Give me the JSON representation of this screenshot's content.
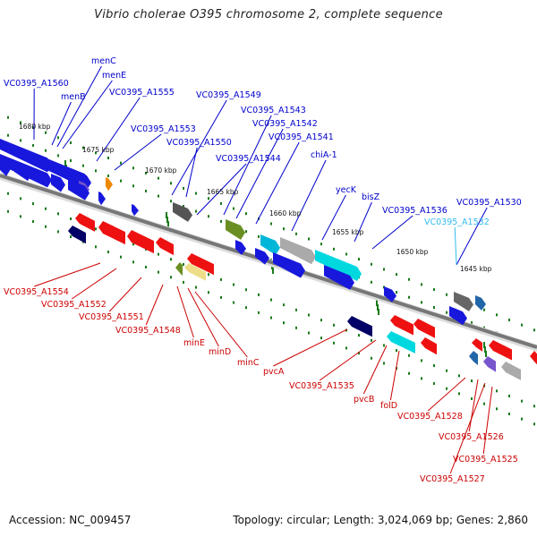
{
  "title": "Vibrio cholerae O395 chromosome 2, complete sequence",
  "footer": {
    "accession": "Accession: NC_009457",
    "topology": "Topology: circular; Length: 3,024,069 bp; Genes: 2,860"
  },
  "colors": {
    "forward_label": "#0000cc",
    "reverse_label": "#cc0000",
    "highlight_label": "#33bbee",
    "backbone": "#777777",
    "tick": "#1a7a1a"
  },
  "scale_labels": [
    "1680 kbp",
    "1675 kbp",
    "1670 kbp",
    "1665 kbp",
    "1660 kbp",
    "1655 kbp",
    "1650 kbp",
    "1645 kbp"
  ],
  "forward_genes": [
    "VC0395_A1560",
    "menC",
    "menE",
    "menB",
    "VC0395_A1555",
    "VC0395_A1549",
    "VC0395_A1543",
    "VC0395_A1542",
    "VC0395_A1553",
    "VC0395_A1550",
    "VC0395_A1541",
    "VC0395_A1544",
    "chiA-1",
    "yecK",
    "bisZ",
    "VC0395_A1536",
    "VC0395_A1530",
    "VC0395_A1532"
  ],
  "reverse_genes": [
    "VC0395_A1554",
    "VC0395_A1552",
    "VC0395_A1551",
    "VC0395_A1548",
    "minE",
    "minD",
    "minC",
    "pvcA",
    "VC0395_A1535",
    "pvcB",
    "folD",
    "VC0395_A1528",
    "VC0395_A1526",
    "VC0395_A1525",
    "VC0395_A1527"
  ]
}
